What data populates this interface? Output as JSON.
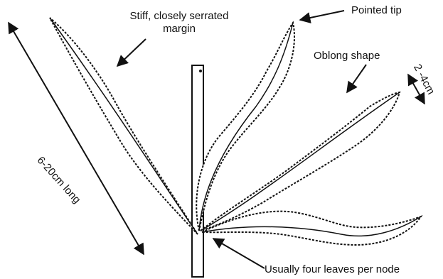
{
  "labels": {
    "margin": "Stiff, closely serrated margin",
    "tip": "Pointed tip",
    "shape": "Oblong shape",
    "width": "2 -4cm",
    "length": "6-20cm long",
    "node": "Usually four leaves per node"
  },
  "colors": {
    "ink": "#111111",
    "leaf_fill": "#ffffff"
  }
}
